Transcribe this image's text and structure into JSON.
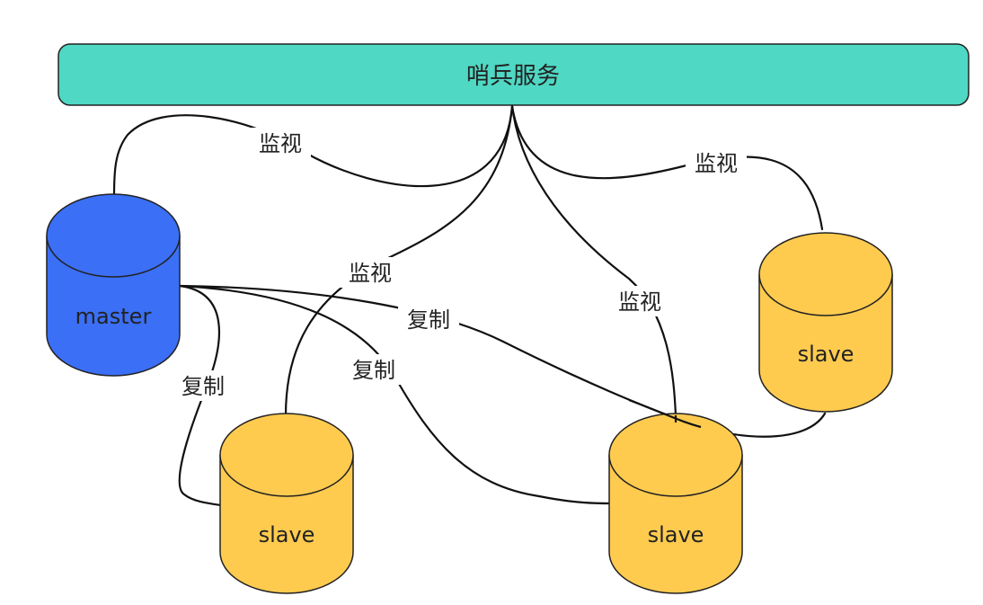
{
  "sentinel": {
    "label": "哨兵服务",
    "fill": "#4fd8c4"
  },
  "master": {
    "label": "master",
    "fill": "#3b6ff5"
  },
  "slaves": [
    {
      "label": "slave",
      "fill": "#ffcb4f"
    },
    {
      "label": "slave",
      "fill": "#ffcb4f"
    },
    {
      "label": "slave",
      "fill": "#ffcb4f"
    }
  ],
  "edge_labels": {
    "monitor_master": "监视",
    "monitor_slave_left": "监视",
    "monitor_slave_middle": "监视",
    "monitor_slave_right": "监视",
    "replicate_left": "复制",
    "replicate_middle": "复制",
    "replicate_right": "复制"
  },
  "colors": {
    "line": "#111111",
    "outline": "#222222"
  }
}
